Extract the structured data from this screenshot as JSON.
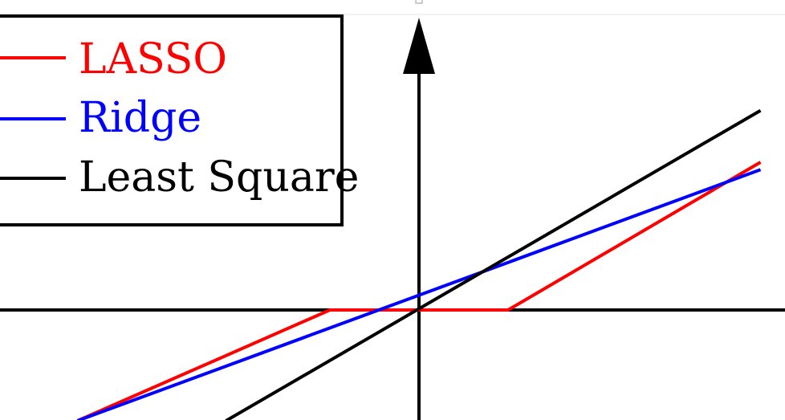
{
  "figure": {
    "type": "line",
    "legend": {
      "placement": "top-left",
      "entries": [
        {
          "key": "lasso",
          "label": "LASSO",
          "color": "#ff0000"
        },
        {
          "key": "ridge",
          "label": "Ridge",
          "color": "#0000ff"
        },
        {
          "key": "ls",
          "label": "Least Square",
          "color": "#000000"
        }
      ]
    },
    "series": [
      {
        "key": "lasso",
        "name": "LASSO",
        "color": "#ff0000",
        "x": [
          -2.3,
          -0.6,
          0.6,
          2.3
        ],
        "y": [
          -0.75,
          0.0,
          0.0,
          1.0
        ]
      },
      {
        "key": "ridge",
        "name": "Ridge",
        "color": "#0000ff",
        "x": [
          -2.3,
          2.3
        ],
        "y": [
          -0.75,
          0.95
        ]
      },
      {
        "key": "ls",
        "name": "Least Square",
        "color": "#000000",
        "x": [
          -1.3,
          2.3
        ],
        "y": [
          -0.75,
          1.35
        ]
      }
    ]
  }
}
